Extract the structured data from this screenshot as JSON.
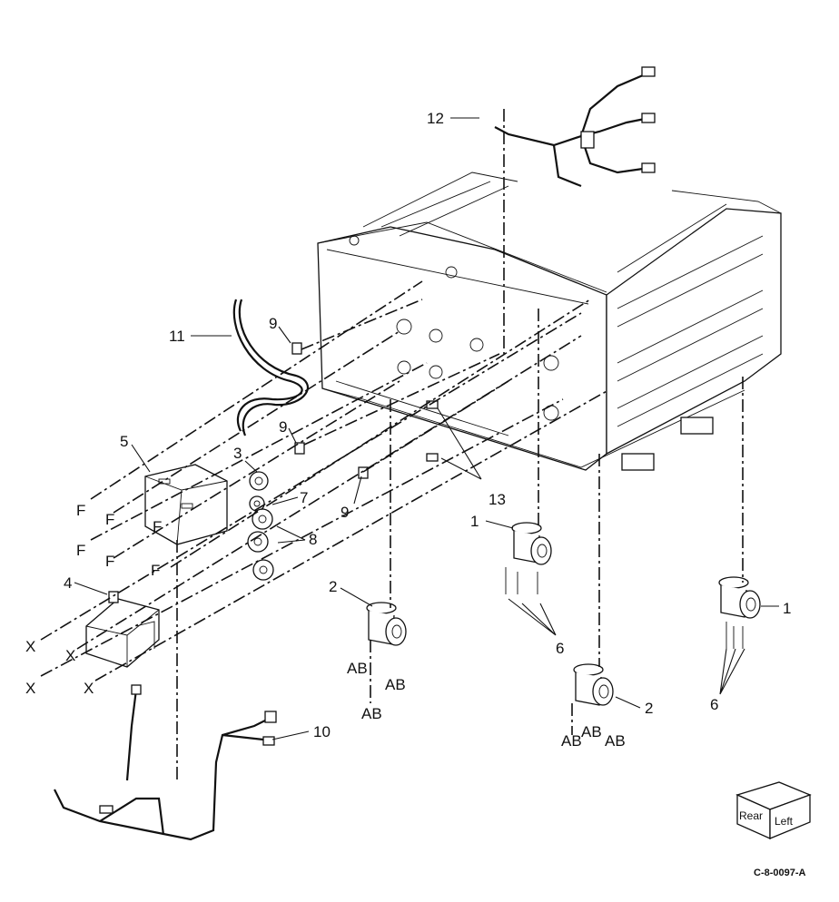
{
  "figure_id": "C-8-0097-A",
  "orientation_cube": {
    "face1": "Rear",
    "face2": "Left"
  },
  "callouts": {
    "c1a": "1",
    "c1b": "1",
    "c2a": "2",
    "c2b": "2",
    "c3": "3",
    "c4": "4",
    "c5": "5",
    "c6a": "6",
    "c6b": "6",
    "c7": "7",
    "c8": "8",
    "c9a": "9",
    "c9b": "9",
    "c9c": "9",
    "c10": "10",
    "c11": "11",
    "c12": "12",
    "c13": "13"
  },
  "refs": {
    "F": "F",
    "X": "X",
    "AB": "AB"
  }
}
